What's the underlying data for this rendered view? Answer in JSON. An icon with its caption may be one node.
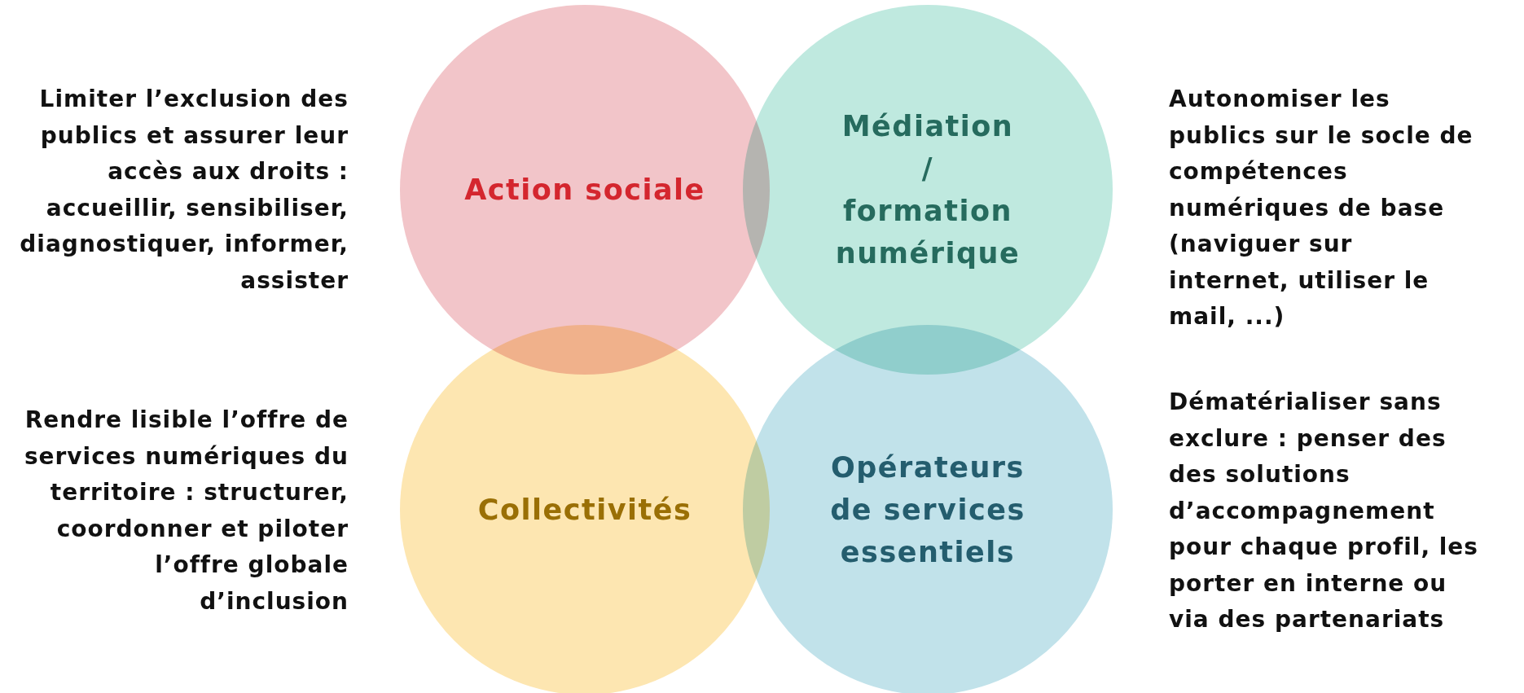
{
  "diagram": {
    "nodes": [
      {
        "text": [
          "Action sociale"
        ]
      },
      {
        "text": [
          "Médiation / formation numérique"
        ]
      },
      {
        "text": [
          "Collectivités"
        ]
      },
      {
        "text": [
          "Opérateurs de services essentiels"
        ]
      }
    ],
    "labels": [
      "Limiter l’exclusion des publics et assurer leur accès aux droits : accueillir, sensibiliser, diagnostiquer, informer, assister",
      "Autonomiser les publics sur le socle de compétences numériques de base (naviguer sur internet, utiliser le mail, ...)",
      "Rendre lisible l’offre de services numériques du territoire : structurer, coordonner et piloter l’offre globale d’inclusion",
      "Dématérialiser sans exclure : penser des des solutions d’accompagnement pour chaque profil, les porter en interne ou via des partenariats"
    ]
  }
}
